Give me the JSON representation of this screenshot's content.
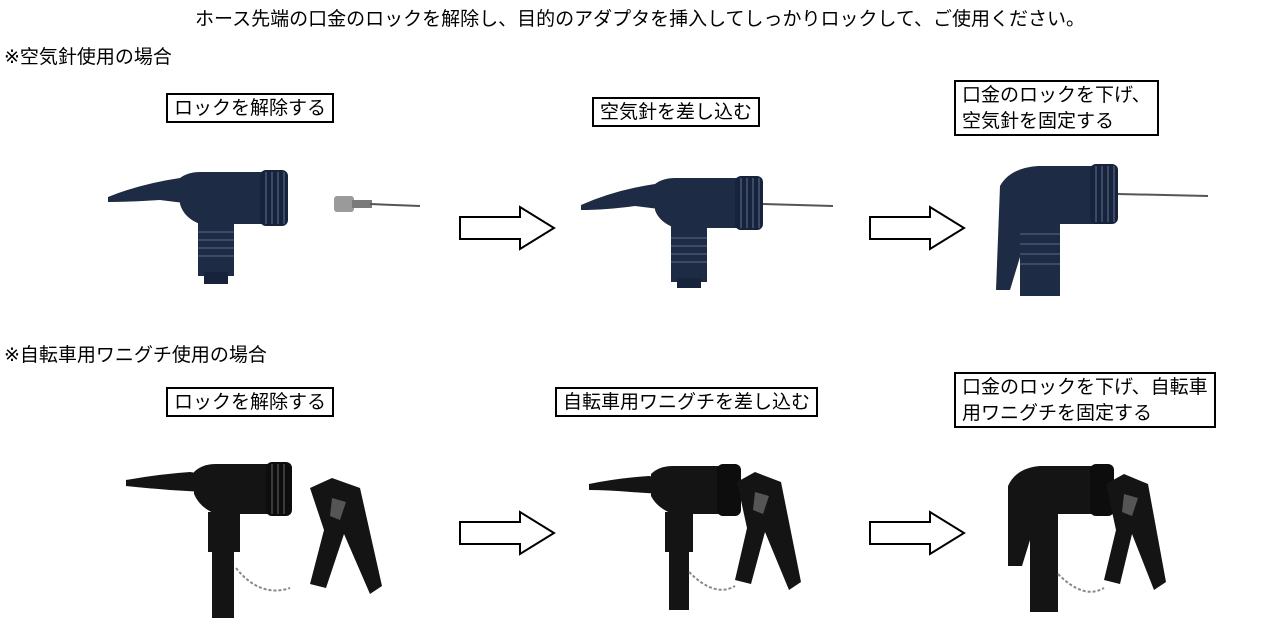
{
  "instruction": "ホース先端の口金のロックを解除し、目的のアダプタを挿入してしっかりロックして、ご使用ください。",
  "sections": [
    {
      "heading": "※空気針使用の場合",
      "steps": [
        {
          "label_lines": [
            "ロックを解除する"
          ]
        },
        {
          "label_lines": [
            "空気針を差し込む"
          ]
        },
        {
          "label_lines": [
            "口金のロックを下げ、",
            "空気針を固定する"
          ]
        }
      ]
    },
    {
      "heading": "※自転車用ワニグチ使用の場合",
      "steps": [
        {
          "label_lines": [
            "ロックを解除する"
          ]
        },
        {
          "label_lines": [
            "自転車用ワニグチを差し込む"
          ]
        },
        {
          "label_lines": [
            "口金のロックを下げ、自転車",
            "用ワニグチを固定する"
          ]
        }
      ]
    }
  ],
  "colors": {
    "needle_nozzle": "#1e2b45",
    "clip_nozzle": "#141414",
    "needle": "#555555"
  },
  "icons": [
    "right-arrow-icon"
  ]
}
